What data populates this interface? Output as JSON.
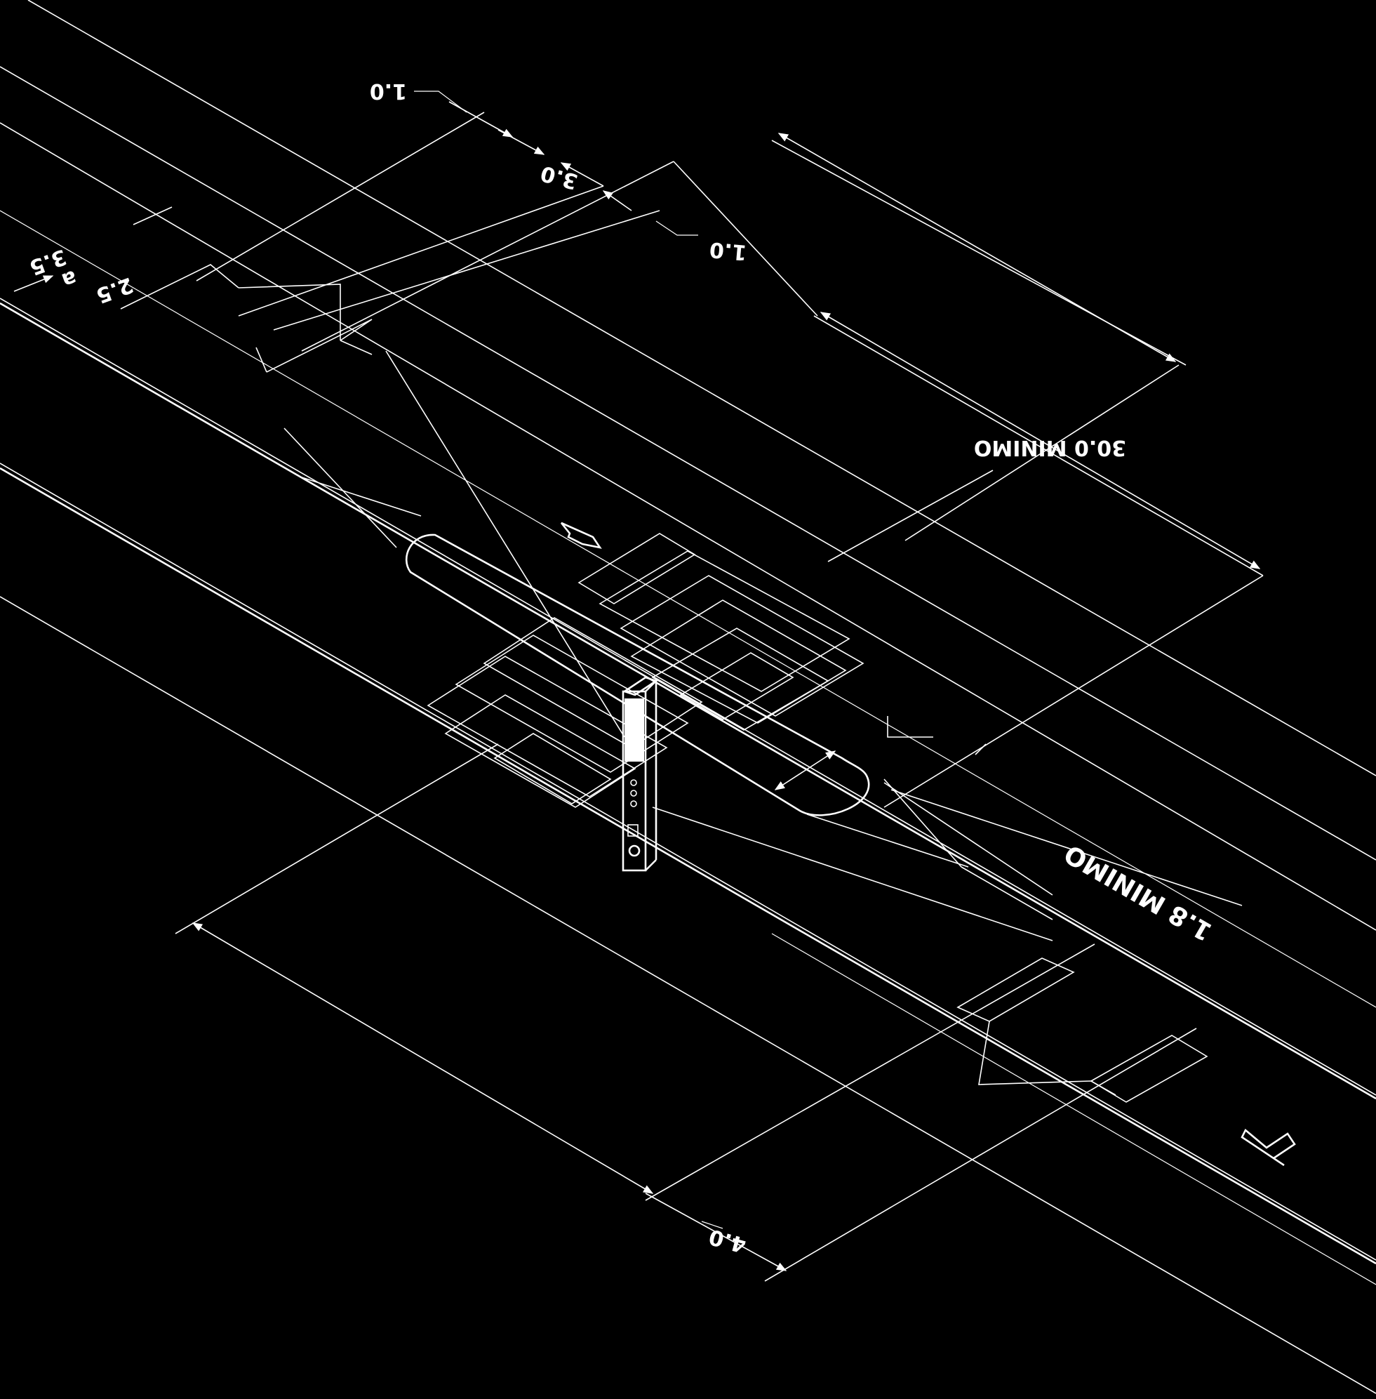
{
  "drawing": {
    "background_color": "#000000",
    "line_color": "#ffffff",
    "dimensions": {
      "top_left_1": "1.0",
      "top_center": "3.0",
      "top_right_1": "1.0",
      "left_stacked_upper": "3.5",
      "left_stacked_mid": "a",
      "left_stacked_lower": "2.5",
      "length_minimum": "30.0 MINIMO",
      "island_width_minimum": "1.8 MINIMO",
      "bottom_right": "4.0"
    },
    "icons": {
      "upper_arrow": "traffic-direction-arrow-icon",
      "lower_arrow": "traffic-direction-arrow-icon",
      "signal_post": "pedestrian-signal-post-icon"
    }
  }
}
